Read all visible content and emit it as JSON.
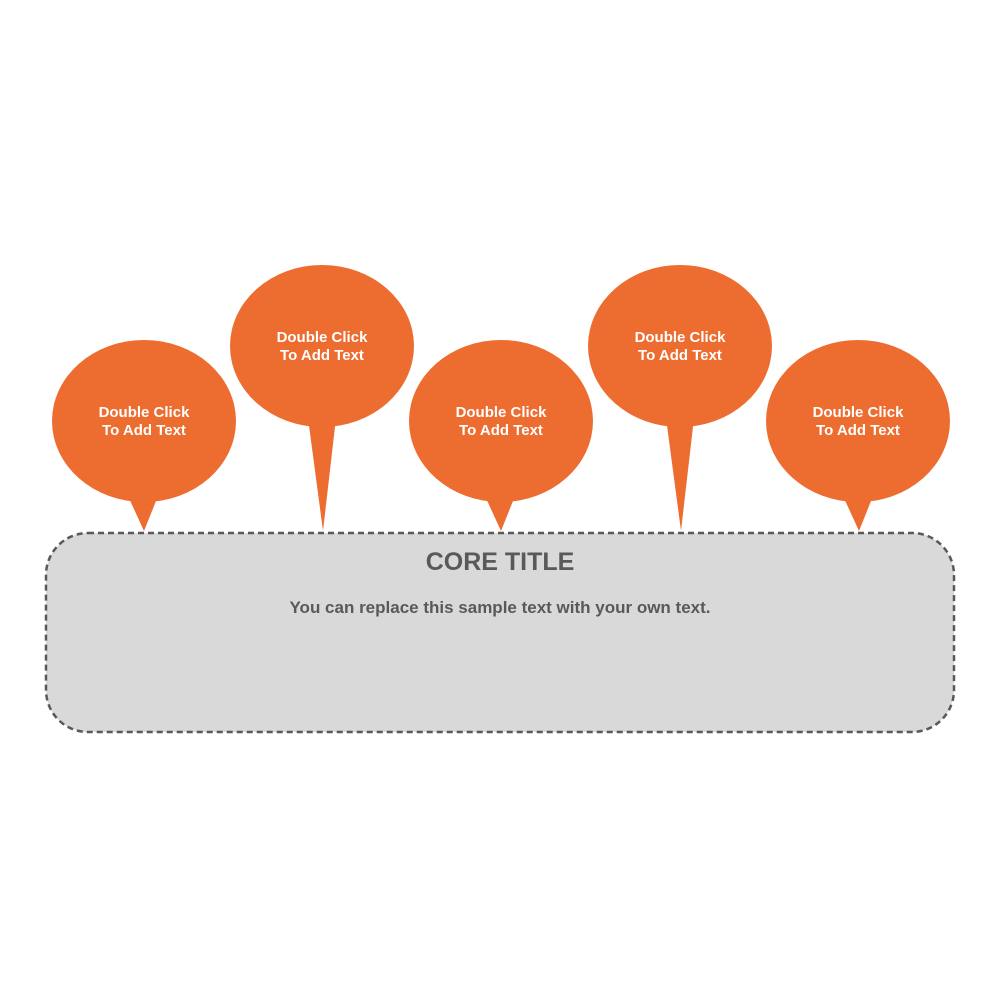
{
  "colors": {
    "bubble": "#ED6D31",
    "bubble_text": "#FFFFFF",
    "core_fill": "#D9D9D9",
    "core_border": "#595959",
    "core_text": "#595959"
  },
  "bubbles": [
    {
      "line1": "Double Click",
      "line2": "To Add Text"
    },
    {
      "line1": "Double Click",
      "line2": "To Add Text"
    },
    {
      "line1": "Double Click",
      "line2": "To Add Text"
    },
    {
      "line1": "Double Click",
      "line2": "To Add Text"
    },
    {
      "line1": "Double Click",
      "line2": "To Add Text"
    }
  ],
  "core": {
    "title": "CORE TITLE",
    "text": "You can replace this sample text with your own text."
  }
}
